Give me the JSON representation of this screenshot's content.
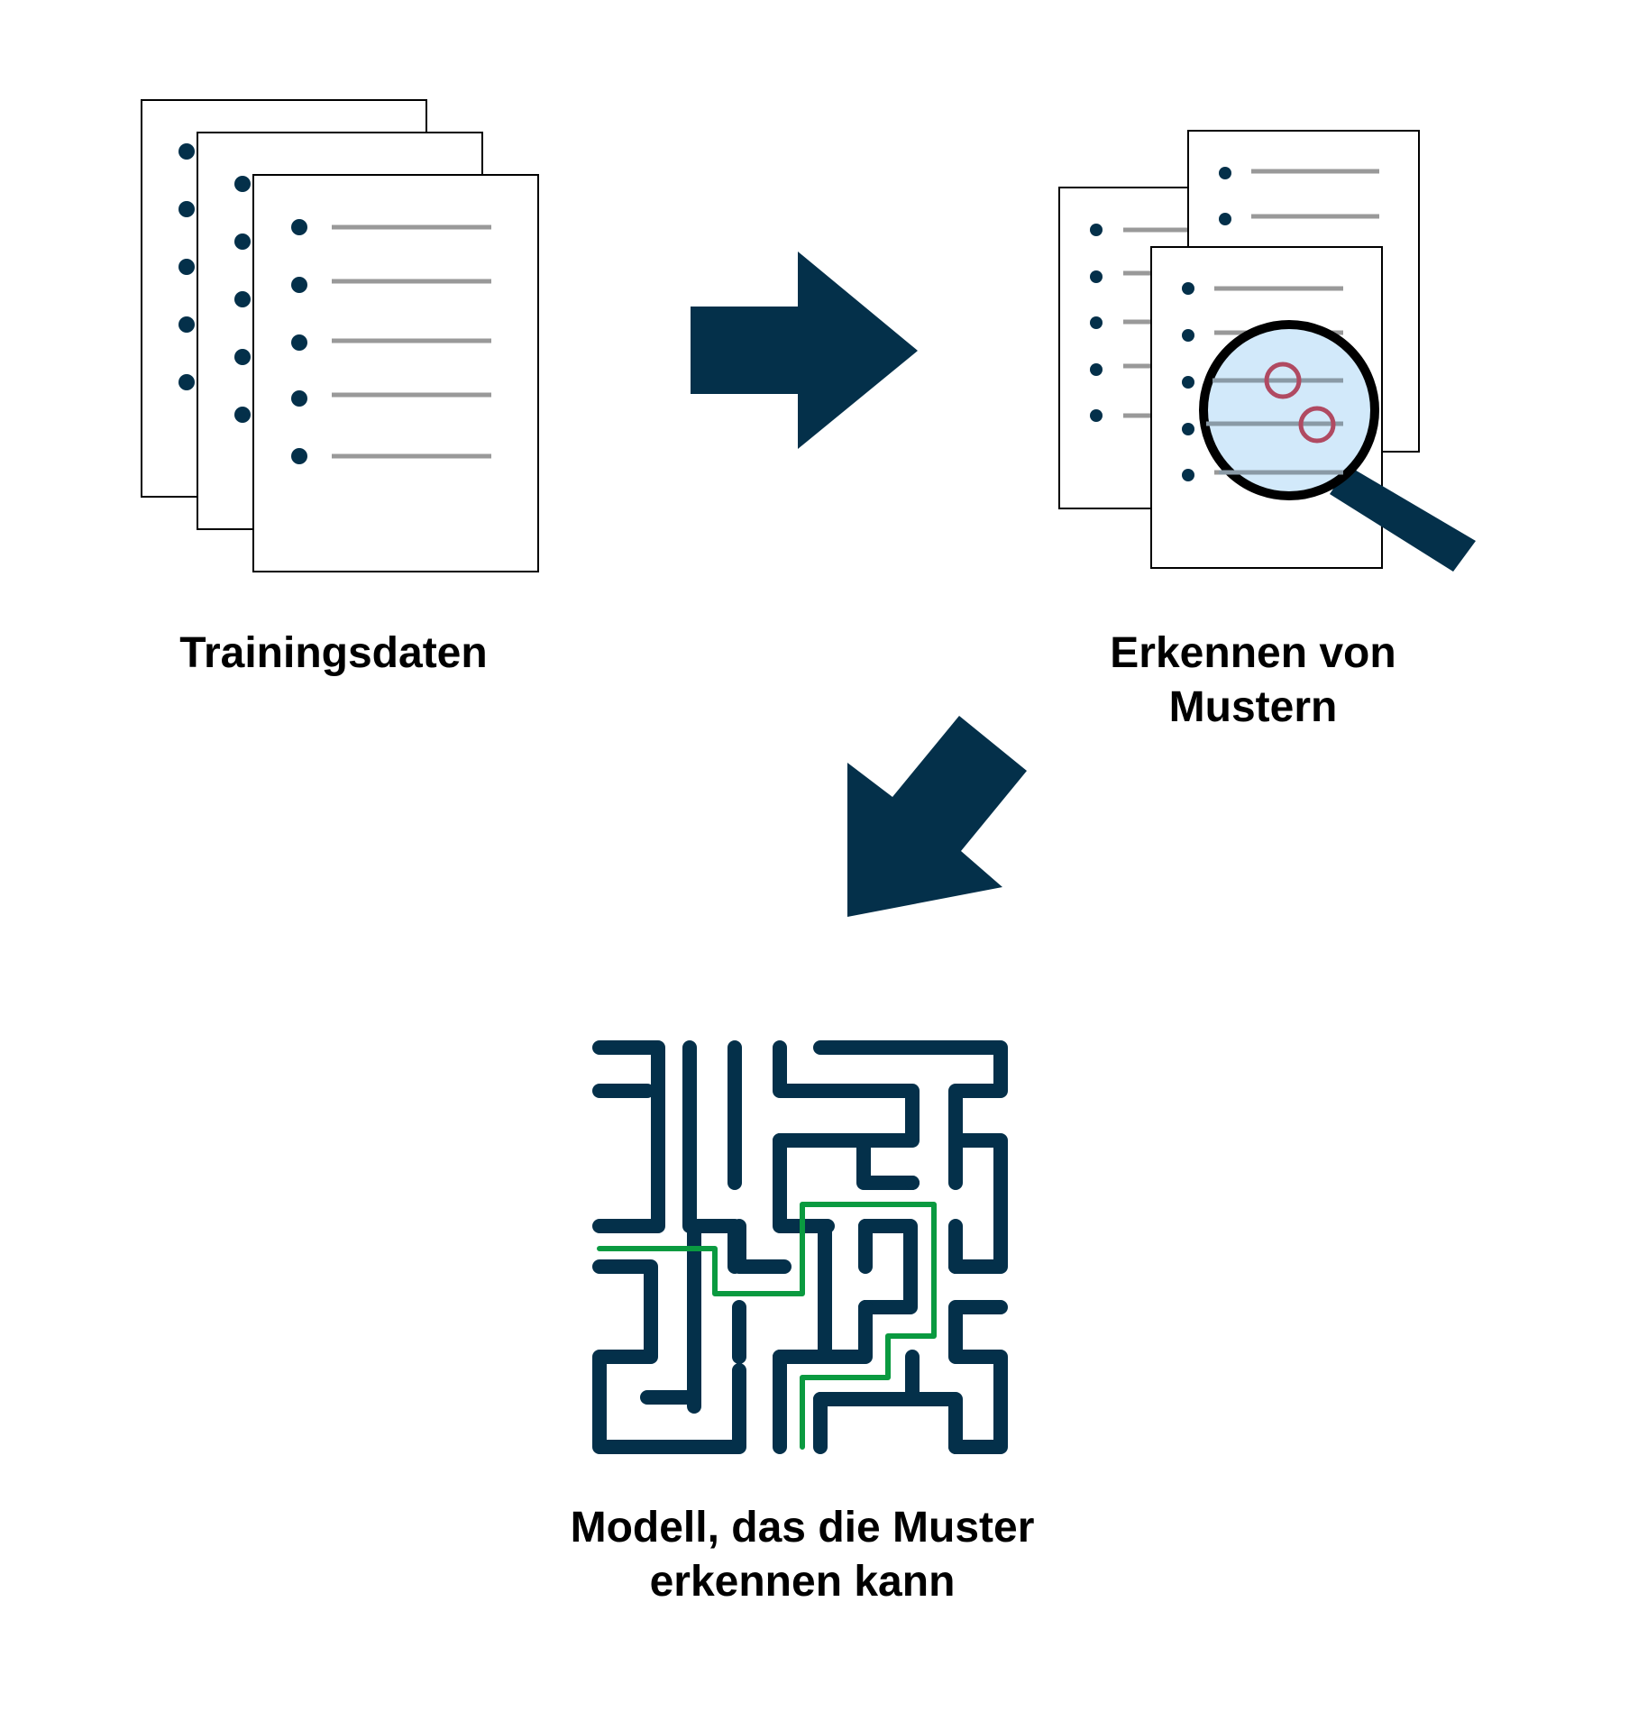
{
  "steps": {
    "training_data": {
      "label_line1": "Trainingsdaten"
    },
    "pattern_recognition": {
      "label_line1": "Erkennen von",
      "label_line2": "Mustern"
    },
    "model": {
      "label_line1": "Modell, das die Muster",
      "label_line2": "erkennen kann"
    }
  },
  "colors": {
    "navy": "#04304a",
    "line_gray": "#999999",
    "lens_fill": "#d2e9fa",
    "highlight_red": "#b04a62",
    "path_green": "#0a9a40",
    "outline": "#000000"
  },
  "icons": {
    "training": "document-stack-icon",
    "arrow1": "arrow-right-icon",
    "pattern": "magnifier-documents-icon",
    "arrow2": "arrow-down-left-icon",
    "model": "maze-icon"
  }
}
